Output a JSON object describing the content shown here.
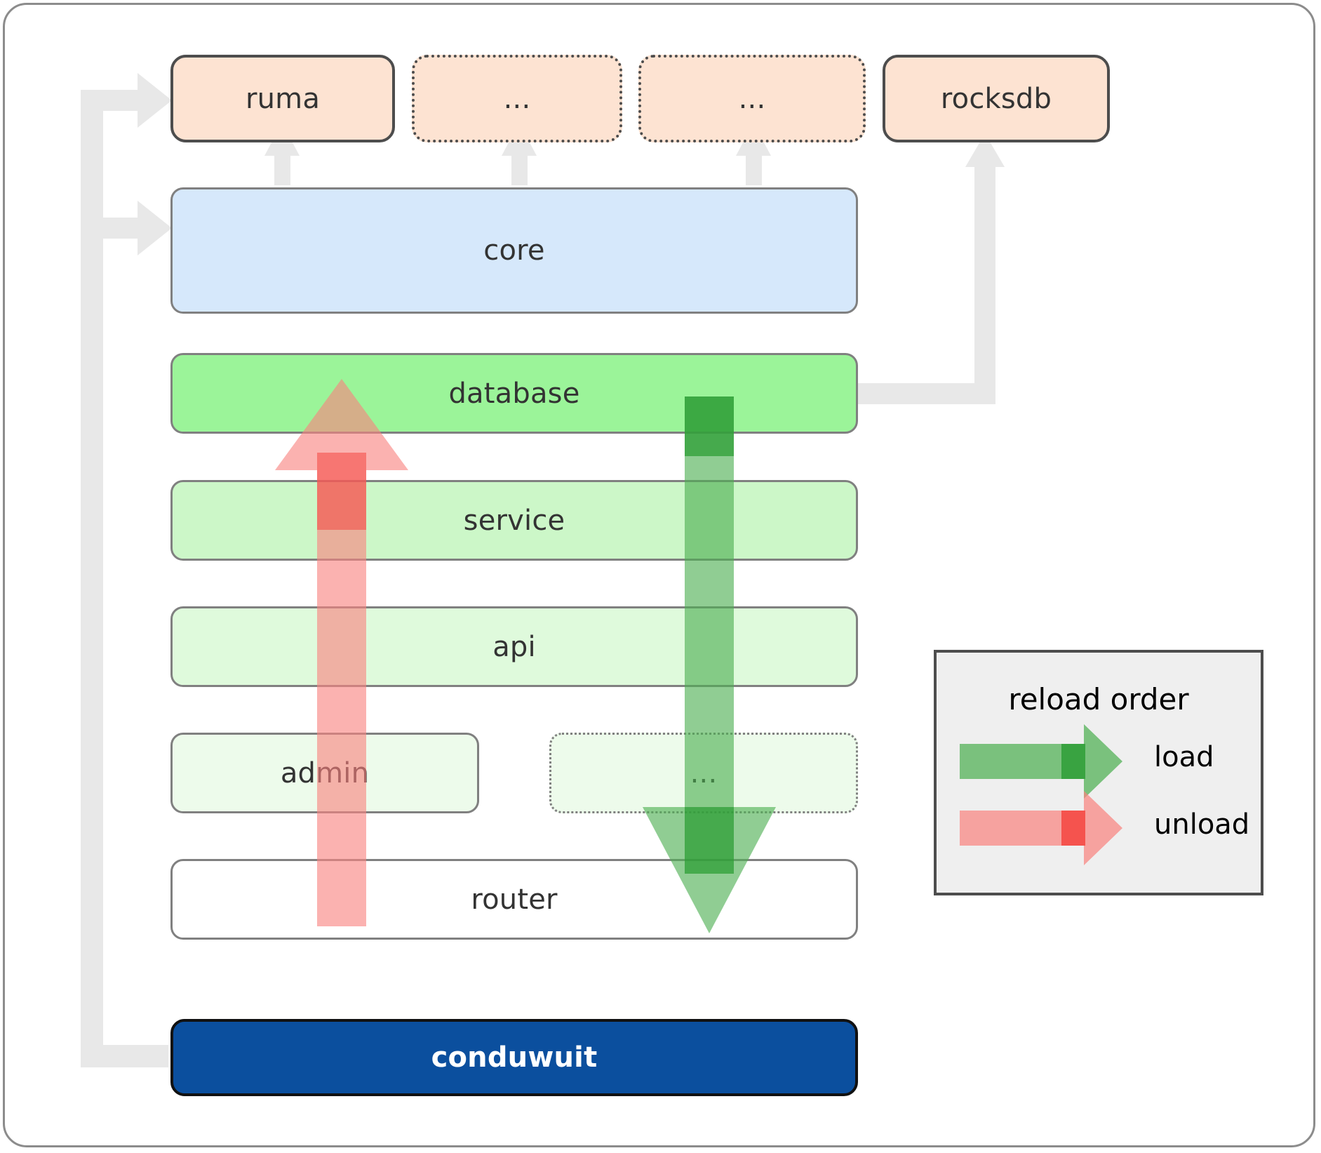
{
  "diagram": {
    "title": "conduwuit crate dependency / reload order diagram",
    "dependencies": [
      {
        "label": "ruma",
        "style": "solid"
      },
      {
        "label": "...",
        "style": "dotted"
      },
      {
        "label": "...",
        "style": "dotted"
      },
      {
        "label": "rocksdb",
        "style": "solid"
      }
    ],
    "core": {
      "label": "core"
    },
    "layers": [
      {
        "label": "database",
        "style": "solid"
      },
      {
        "label": "service",
        "style": "solid"
      },
      {
        "label": "api",
        "style": "solid"
      },
      {
        "label": "admin",
        "style": "solid"
      },
      {
        "label": "...",
        "style": "dotted"
      },
      {
        "label": "router",
        "style": "solid"
      }
    ],
    "app": {
      "label": "conduwuit"
    },
    "legend": {
      "title": "reload order",
      "items": [
        {
          "label": "load",
          "color": "#4CAF50",
          "direction": "down"
        },
        {
          "label": "unload",
          "color": "#F8837F",
          "direction": "up"
        }
      ]
    },
    "colors": {
      "dependency_fill": "#fde3d2",
      "dependency_border": "#4d4d4d",
      "core_fill": "#d6e8fb",
      "database_fill": "#9bf499",
      "service_fill": "#ccf7c8",
      "api_fill": "#dffadc",
      "admin_fill": "#edfbeb",
      "router_fill": "#ffffff",
      "app_fill": "#0b4f9e",
      "app_text": "#ffffff",
      "connector_gray": "#e8e8e8",
      "legend_fill": "#efefef",
      "load_green": "#4CAF50",
      "unload_red": "#F8837F"
    }
  }
}
